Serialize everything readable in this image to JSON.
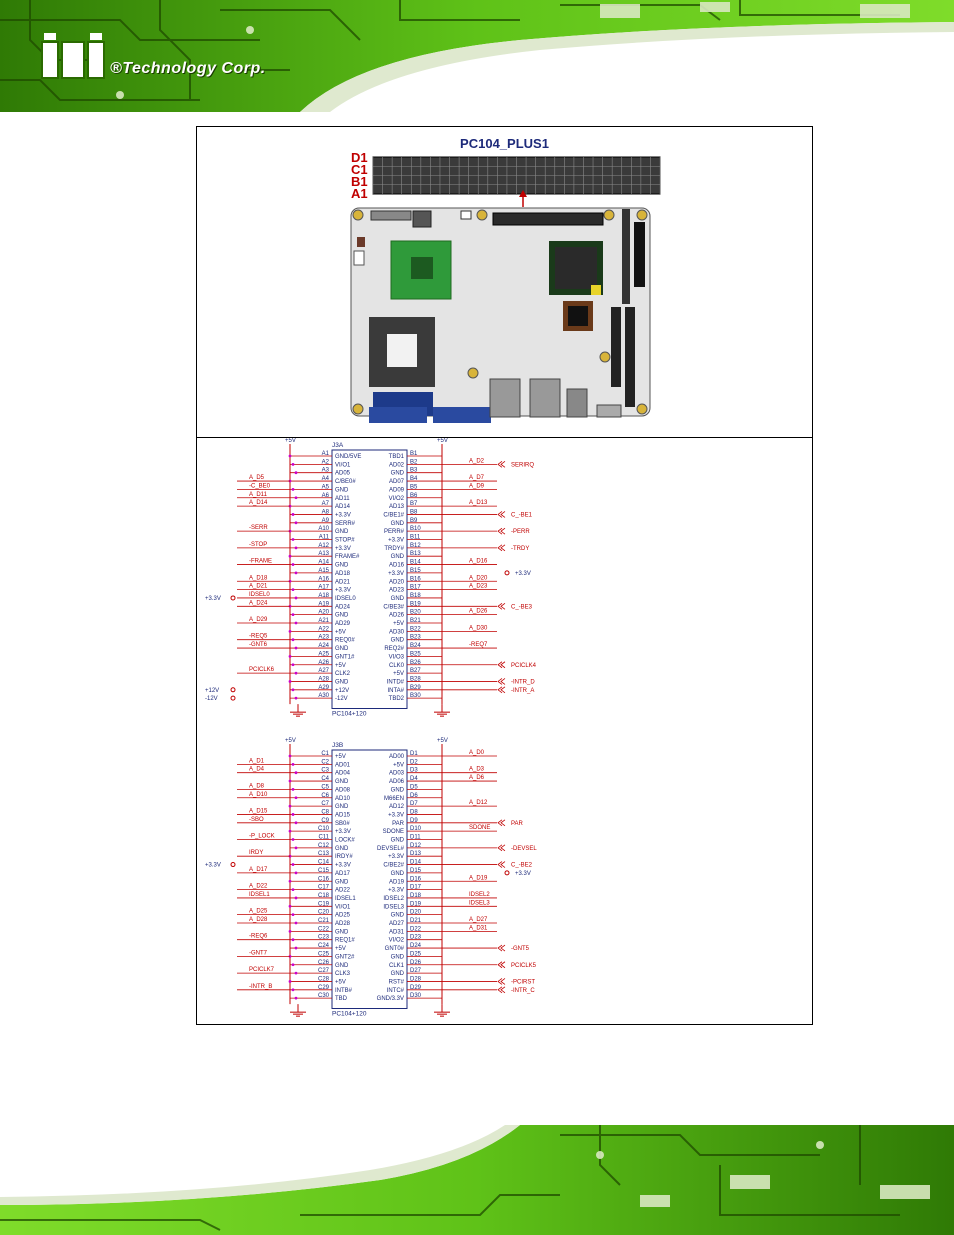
{
  "brand": {
    "logo_text": "®Technology Corp.",
    "mark": "iEi"
  },
  "connector_view": {
    "title": "PC104_PLUS1",
    "row_labels": [
      "D1",
      "C1",
      "B1",
      "A1"
    ]
  },
  "j3a": {
    "ref": "J3A",
    "part": "PC104+120",
    "top_power": "+5V",
    "top_power_right": "+5V",
    "left_pins": [
      "A1",
      "A2",
      "A3",
      "A4",
      "A5",
      "A6",
      "A7",
      "A8",
      "A9",
      "A10",
      "A11",
      "A12",
      "A13",
      "A14",
      "A15",
      "A16",
      "A17",
      "A18",
      "A19",
      "A20",
      "A21",
      "A22",
      "A23",
      "A24",
      "A25",
      "A26",
      "A27",
      "A28",
      "A29",
      "A30"
    ],
    "left_names": [
      "GND/5VE",
      "VI/O1",
      "AD05",
      "C/BE0#",
      "GND",
      "AD11",
      "AD14",
      "+3.3V",
      "SERR#",
      "GND",
      "STOP#",
      "+3.3V",
      "FRAME#",
      "GND",
      "AD18",
      "AD21",
      "+3.3V",
      "IDSEL0",
      "AD24",
      "GND",
      "AD29",
      "+5V",
      "REQ0#",
      "GND",
      "GNT1#",
      "+5V",
      "CLK2",
      "GND",
      "+12V",
      "-12V"
    ],
    "right_pins": [
      "B1",
      "B2",
      "B3",
      "B4",
      "B5",
      "B6",
      "B7",
      "B8",
      "B9",
      "B10",
      "B11",
      "B12",
      "B13",
      "B14",
      "B15",
      "B16",
      "B17",
      "B18",
      "B19",
      "B20",
      "B21",
      "B22",
      "B23",
      "B24",
      "B25",
      "B26",
      "B27",
      "B28",
      "B29",
      "B30"
    ],
    "right_names": [
      "TBD1",
      "AD02",
      "GND",
      "AD07",
      "AD09",
      "VI/O2",
      "AD13",
      "C/BE1#",
      "GND",
      "PERR#",
      "+3.3V",
      "TRDY#",
      "GND",
      "AD16",
      "+3.3V",
      "AD20",
      "AD23",
      "GND",
      "C/BE3#",
      "AD26",
      "+5V",
      "AD30",
      "GND",
      "REQ2#",
      "VI/O3",
      "CLK0",
      "+5V",
      "INTD#",
      "INTA#",
      "TBD2"
    ],
    "left_signals": [
      {
        "pin": "A4",
        "label": "A_D5"
      },
      {
        "pin": "A5",
        "label": "-C_BE0"
      },
      {
        "pin": "A6",
        "label": "A_D11"
      },
      {
        "pin": "A7",
        "label": "A_D14"
      },
      {
        "pin": "A10",
        "label": "-SERR"
      },
      {
        "pin": "A12",
        "label": "-STOP"
      },
      {
        "pin": "A14",
        "label": "-FRAME"
      },
      {
        "pin": "A16",
        "label": "A_D18"
      },
      {
        "pin": "A17",
        "label": "A_D21"
      },
      {
        "pin": "A18",
        "label": "IDSEL0"
      },
      {
        "pin": "A19",
        "label": "A_D24"
      },
      {
        "pin": "A21",
        "label": "A_D29"
      },
      {
        "pin": "A23",
        "label": "-REQ5"
      },
      {
        "pin": "A24",
        "label": "-GNT6"
      },
      {
        "pin": "A27",
        "label": "PCICLK6"
      }
    ],
    "left_power": [
      {
        "pin": "A18",
        "label": "+3.3V"
      },
      {
        "pin": "A29",
        "label": "+12V"
      },
      {
        "pin": "A30",
        "label": "-12V"
      }
    ],
    "right_signals": [
      {
        "pin": "B2",
        "label": "A_D2",
        "port": "SERIRQ"
      },
      {
        "pin": "B4",
        "label": "A_D7",
        "port": ""
      },
      {
        "pin": "B5",
        "label": "A_D9",
        "port": ""
      },
      {
        "pin": "B7",
        "label": "A_D13",
        "port": ""
      },
      {
        "pin": "B8",
        "label": "",
        "port": "C_-BE1"
      },
      {
        "pin": "B10",
        "label": "",
        "port": "-PERR"
      },
      {
        "pin": "B12",
        "label": "",
        "port": "-TRDY"
      },
      {
        "pin": "B14",
        "label": "A_D16",
        "port": ""
      },
      {
        "pin": "B16",
        "label": "A_D20",
        "port": ""
      },
      {
        "pin": "B17",
        "label": "A_D23",
        "port": ""
      },
      {
        "pin": "B19",
        "label": "",
        "port": "C_-BE3"
      },
      {
        "pin": "B20",
        "label": "A_D26",
        "port": ""
      },
      {
        "pin": "B22",
        "label": "A_D30",
        "port": ""
      },
      {
        "pin": "B24",
        "label": "-REQ7",
        "port": ""
      },
      {
        "pin": "B26",
        "label": "",
        "port": "PCICLK4"
      },
      {
        "pin": "B28",
        "label": "",
        "port": "-INTR_D"
      },
      {
        "pin": "B29",
        "label": "",
        "port": "-INTR_A"
      }
    ],
    "right_power_label": "+3.3V"
  },
  "j3b": {
    "ref": "J3B",
    "part": "PC104+120",
    "top_power": "+5V",
    "top_power_right": "+5V",
    "left_pins": [
      "C1",
      "C2",
      "C3",
      "C4",
      "C5",
      "C6",
      "C7",
      "C8",
      "C9",
      "C10",
      "C11",
      "C12",
      "C13",
      "C14",
      "C15",
      "C16",
      "C17",
      "C18",
      "C19",
      "C20",
      "C21",
      "C22",
      "C23",
      "C24",
      "C25",
      "C26",
      "C27",
      "C28",
      "C29",
      "C30"
    ],
    "left_names": [
      "+5V",
      "AD01",
      "AD04",
      "GND",
      "AD08",
      "AD10",
      "GND",
      "AD15",
      "SB0#",
      "+3.3V",
      "LOCK#",
      "GND",
      "IRDY#",
      "+3.3V",
      "AD17",
      "GND",
      "AD22",
      "IDSEL1",
      "VI/O1",
      "AD25",
      "AD28",
      "GND",
      "REQ1#",
      "+5V",
      "GNT2#",
      "GND",
      "CLK3",
      "+5V",
      "INTB#",
      "TBD"
    ],
    "right_pins": [
      "D1",
      "D2",
      "D3",
      "D4",
      "D5",
      "D6",
      "D7",
      "D8",
      "D9",
      "D10",
      "D11",
      "D12",
      "D13",
      "D14",
      "D15",
      "D16",
      "D17",
      "D18",
      "D19",
      "D20",
      "D21",
      "D22",
      "D23",
      "D24",
      "D25",
      "D26",
      "D27",
      "D28",
      "D29",
      "D30"
    ],
    "right_names": [
      "AD00",
      "+5V",
      "AD03",
      "AD06",
      "GND",
      "M66EN",
      "AD12",
      "+3.3V",
      "PAR",
      "SDONE",
      "GND",
      "DEVSEL#",
      "+3.3V",
      "C/BE2#",
      "GND",
      "AD19",
      "+3.3V",
      "IDSEL2",
      "IDSEL3",
      "GND",
      "AD27",
      "AD31",
      "VI/O2",
      "GNT0#",
      "GND",
      "CLK1",
      "GND",
      "RST#",
      "INTC#",
      "GND/3.3V"
    ],
    "left_signals": [
      {
        "pin": "C2",
        "label": "A_D1"
      },
      {
        "pin": "C3",
        "label": "A_D4"
      },
      {
        "pin": "C5",
        "label": "A_D8"
      },
      {
        "pin": "C6",
        "label": "A_D10"
      },
      {
        "pin": "C8",
        "label": "A_D15"
      },
      {
        "pin": "C9",
        "label": "-SBO"
      },
      {
        "pin": "C11",
        "label": "-P_LOCK"
      },
      {
        "pin": "C13",
        "label": "IRDY"
      },
      {
        "pin": "C15",
        "label": "A_D17"
      },
      {
        "pin": "C17",
        "label": "A_D22"
      },
      {
        "pin": "C18",
        "label": "IDSEL1"
      },
      {
        "pin": "C20",
        "label": "A_D25"
      },
      {
        "pin": "C21",
        "label": "A_D28"
      },
      {
        "pin": "C23",
        "label": "-REQ6"
      },
      {
        "pin": "C25",
        "label": "-GNT7"
      },
      {
        "pin": "C27",
        "label": "PCICLK7"
      },
      {
        "pin": "C29",
        "label": "-INTR_B"
      }
    ],
    "left_power": [
      {
        "pin": "C14",
        "label": "+3.3V"
      }
    ],
    "right_signals": [
      {
        "pin": "D1",
        "label": "A_D0",
        "port": ""
      },
      {
        "pin": "D3",
        "label": "A_D3",
        "port": ""
      },
      {
        "pin": "D4",
        "label": "A_D6",
        "port": ""
      },
      {
        "pin": "D7",
        "label": "A_D12",
        "port": ""
      },
      {
        "pin": "D9",
        "label": "",
        "port": "PAR"
      },
      {
        "pin": "D10",
        "label": "SDONE",
        "port": ""
      },
      {
        "pin": "D12",
        "label": "",
        "port": "-DEVSEL"
      },
      {
        "pin": "D14",
        "label": "",
        "port": "C_-BE2"
      },
      {
        "pin": "D16",
        "label": "A_D19",
        "port": ""
      },
      {
        "pin": "D18",
        "label": "IDSEL2",
        "port": ""
      },
      {
        "pin": "D19",
        "label": "IDSEL3",
        "port": ""
      },
      {
        "pin": "D21",
        "label": "A_D27",
        "port": ""
      },
      {
        "pin": "D22",
        "label": "A_D31",
        "port": ""
      },
      {
        "pin": "D24",
        "label": "",
        "port": "-GNT5"
      },
      {
        "pin": "D26",
        "label": "",
        "port": "PCICLK5"
      },
      {
        "pin": "D28",
        "label": "",
        "port": "-PCIRST"
      },
      {
        "pin": "D29",
        "label": "",
        "port": "-INTR_C"
      }
    ],
    "right_power_label": "+3.3V"
  },
  "colors": {
    "banner_green": "#6fd11f",
    "trace_dark": "#1f4a00",
    "schematic_line": "#c00000",
    "schematic_body": "#1d2a7a",
    "pin_dot": "#cc00cc",
    "header_red": "#c00000"
  }
}
